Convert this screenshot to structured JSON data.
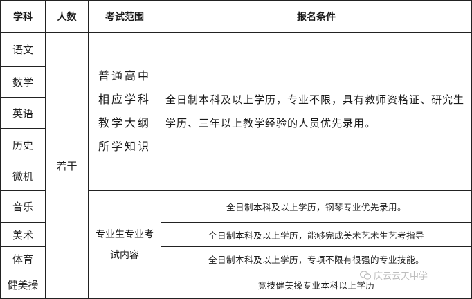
{
  "header": {
    "subject": "学科",
    "count": "人数",
    "scope": "考试范围",
    "conditions": "报名条件"
  },
  "subjects": [
    "语文",
    "数学",
    "英语",
    "历史",
    "微机",
    "音乐",
    "美术",
    "体育",
    "健美操"
  ],
  "count_value": "若干",
  "scope_general": "普通高中相应学科教学大纲所学知识",
  "scope_special": "专业生专业考试内容",
  "conditions": {
    "general": "全日制本科及以上学历，专业不限，具有教师资格证、研究生学历、三年以上教学经验的人员优先录用。",
    "music": "全日制本科及以上学历，钢琴专业优先录用。",
    "art": "全日制本科及以上学历，能够完成美术艺术生艺考指导",
    "pe": "全日制本科及以上学历，专项不限有很强的专业技能。",
    "aerobics": "竞技健美操专业本科以上学历"
  },
  "watermark": "庆云云天中学",
  "colors": {
    "border": "#222222",
    "right_edge": "#d63a3a",
    "watermark": "#bdbdbd"
  }
}
